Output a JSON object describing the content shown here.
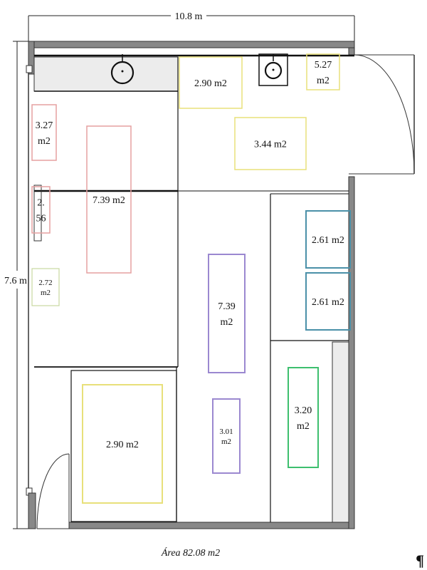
{
  "dimensions": {
    "width_label": "10.8 m",
    "height_label": "7.6 m"
  },
  "total_area": "Área 82.08 m2",
  "pilcrow": "¶",
  "zones": [
    {
      "id": "z1",
      "lines": [
        "2.90 m2"
      ],
      "color": "#e8e07a"
    },
    {
      "id": "z2",
      "lines": [
        "5.27",
        "m2"
      ],
      "color": "#e8e07a"
    },
    {
      "id": "z3",
      "lines": [
        "3.44 m2"
      ],
      "color": "#e8e07a"
    },
    {
      "id": "z4",
      "lines": [
        "3.27",
        "m2"
      ],
      "color": "#e5a0a0"
    },
    {
      "id": "z5",
      "lines": [
        "7.39 m2"
      ],
      "color": "#e5a0a0"
    },
    {
      "id": "z6",
      "lines": [
        "2.",
        "56"
      ],
      "color": "#e5a0a0"
    },
    {
      "id": "z7",
      "lines": [
        "2.72",
        "m2"
      ],
      "color": "#c8d8a0"
    },
    {
      "id": "z8",
      "lines": [
        "7.39",
        "m2"
      ],
      "color": "#9b88d0"
    },
    {
      "id": "z9",
      "lines": [
        "3.01",
        "m2"
      ],
      "color": "#9b88d0"
    },
    {
      "id": "z10",
      "lines": [
        "2.61 m2"
      ],
      "color": "#4a90a8"
    },
    {
      "id": "z11",
      "lines": [
        "2.61 m2"
      ],
      "color": "#4a90a8"
    },
    {
      "id": "z12",
      "lines": [
        "3.20",
        "m2"
      ],
      "color": "#3dbf6e"
    },
    {
      "id": "z13",
      "lines": [
        "2.90 m2"
      ],
      "color": "#e8e07a"
    }
  ],
  "colors": {
    "wall": "#888888",
    "wall_dark": "#333333",
    "partition": "#111111",
    "corridor": "#ececec"
  }
}
